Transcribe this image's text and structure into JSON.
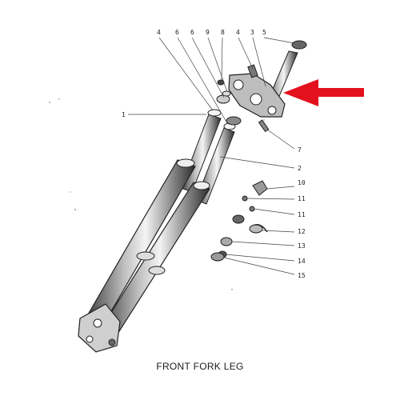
{
  "caption": "FRONT FORK LEG",
  "callouts": {
    "top": [
      "4",
      "6",
      "6",
      "9",
      "8",
      "4",
      "3",
      "5"
    ],
    "side": [
      "1",
      "7",
      "2",
      "10",
      "11",
      "11",
      "12",
      "13",
      "14",
      "15"
    ]
  },
  "arrow_color": "#e3111d",
  "ink_color": "#2a2a2a"
}
